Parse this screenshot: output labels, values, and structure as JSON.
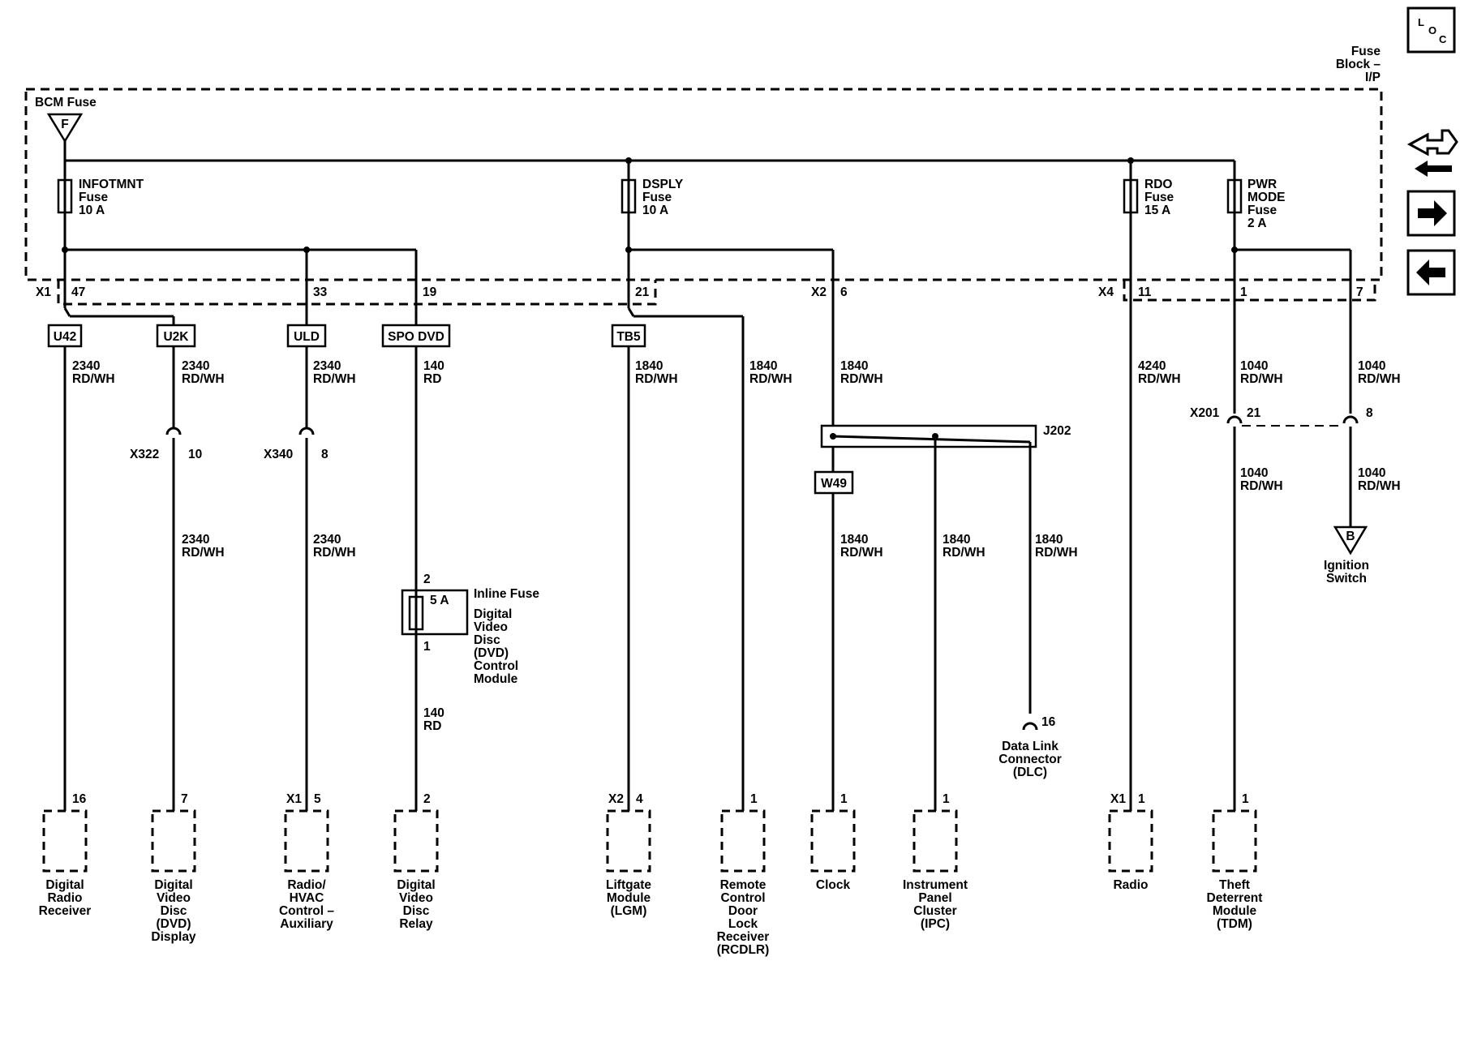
{
  "fuse_block_label": [
    "Fuse",
    "Block –",
    "I/P"
  ],
  "bcm_fuse_label": "BCM Fuse",
  "bcm_fuse_terminal": "F",
  "fuses": [
    {
      "lines": [
        "INFOTMNT",
        "Fuse",
        "10 A"
      ]
    },
    {
      "lines": [
        "DSPLY",
        "Fuse",
        "10 A"
      ]
    },
    {
      "lines": [
        "RDO",
        "Fuse",
        "15 A"
      ]
    },
    {
      "lines": [
        "PWR",
        "MODE",
        "Fuse",
        "2 A"
      ]
    }
  ],
  "connectors": {
    "x1": "X1",
    "x2": "X2",
    "x4": "X4"
  },
  "pins": {
    "p47": "47",
    "p33": "33",
    "p19": "19",
    "p21": "21",
    "p6": "6",
    "p11": "11",
    "p1": "1",
    "p7": "7"
  },
  "splices": {
    "u42": "U42",
    "u2k": "U2K",
    "uld": "ULD",
    "spo": "SPO DVD",
    "tb5": "TB5",
    "w49": "W49",
    "j202": "J202"
  },
  "wires": {
    "w2340": [
      "2340",
      "RD/WH"
    ],
    "w140": [
      "140",
      "RD"
    ],
    "w1840": [
      "1840",
      "RD/WH"
    ],
    "w4240": [
      "4240",
      "RD/WH"
    ],
    "w1040": [
      "1040",
      "RD/WH"
    ]
  },
  "inline_connectors": {
    "x322": "X322",
    "x322_pin": "10",
    "x340": "X340",
    "x340_pin": "8",
    "x201": "X201",
    "x201_pin_a": "21",
    "x201_pin_b": "8"
  },
  "inline_fuse": {
    "pin_top": "2",
    "pin_bottom": "1",
    "rating": "5 A",
    "title": "Inline Fuse",
    "description": [
      "Digital",
      "Video",
      "Disc",
      "(DVD)",
      "Control",
      "Module"
    ]
  },
  "dlc": {
    "pin": "16",
    "label": [
      "Data Link",
      "Connector",
      "(DLC)"
    ]
  },
  "ignition": {
    "terminal": "B",
    "label": [
      "Ignition",
      "Switch"
    ]
  },
  "modules": [
    {
      "pin": "16",
      "connector": "",
      "label": [
        "Digital",
        "Radio",
        "Receiver"
      ]
    },
    {
      "pin": "7",
      "connector": "",
      "label": [
        "Digital",
        "Video",
        "Disc",
        "(DVD)",
        "Display"
      ]
    },
    {
      "pin": "5",
      "connector": "X1",
      "label": [
        "Radio/",
        "HVAC",
        "Control –",
        "Auxiliary"
      ]
    },
    {
      "pin": "2",
      "connector": "",
      "label": [
        "Digital",
        "Video",
        "Disc",
        "Relay"
      ]
    },
    {
      "pin": "4",
      "connector": "X2",
      "label": [
        "Liftgate",
        "Module",
        "(LGM)"
      ]
    },
    {
      "pin": "1",
      "connector": "",
      "label": [
        "Remote",
        "Control",
        "Door",
        "Lock",
        "Receiver",
        "(RCDLR)"
      ]
    },
    {
      "pin": "1",
      "connector": "",
      "label": [
        "Clock"
      ]
    },
    {
      "pin": "1",
      "connector": "",
      "label": [
        "Instrument",
        "Panel",
        "Cluster",
        "(IPC)"
      ]
    },
    {
      "pin": "1",
      "connector": "X1",
      "label": [
        "Radio"
      ]
    },
    {
      "pin": "1",
      "connector": "",
      "label": [
        "Theft",
        "Deterrent",
        "Module",
        "(TDM)"
      ]
    }
  ],
  "nav": {
    "loc_letters": [
      "L",
      "O",
      "C"
    ],
    "icons": [
      "swap-arrows-icon",
      "arrow-right-icon",
      "arrow-left-icon"
    ]
  }
}
